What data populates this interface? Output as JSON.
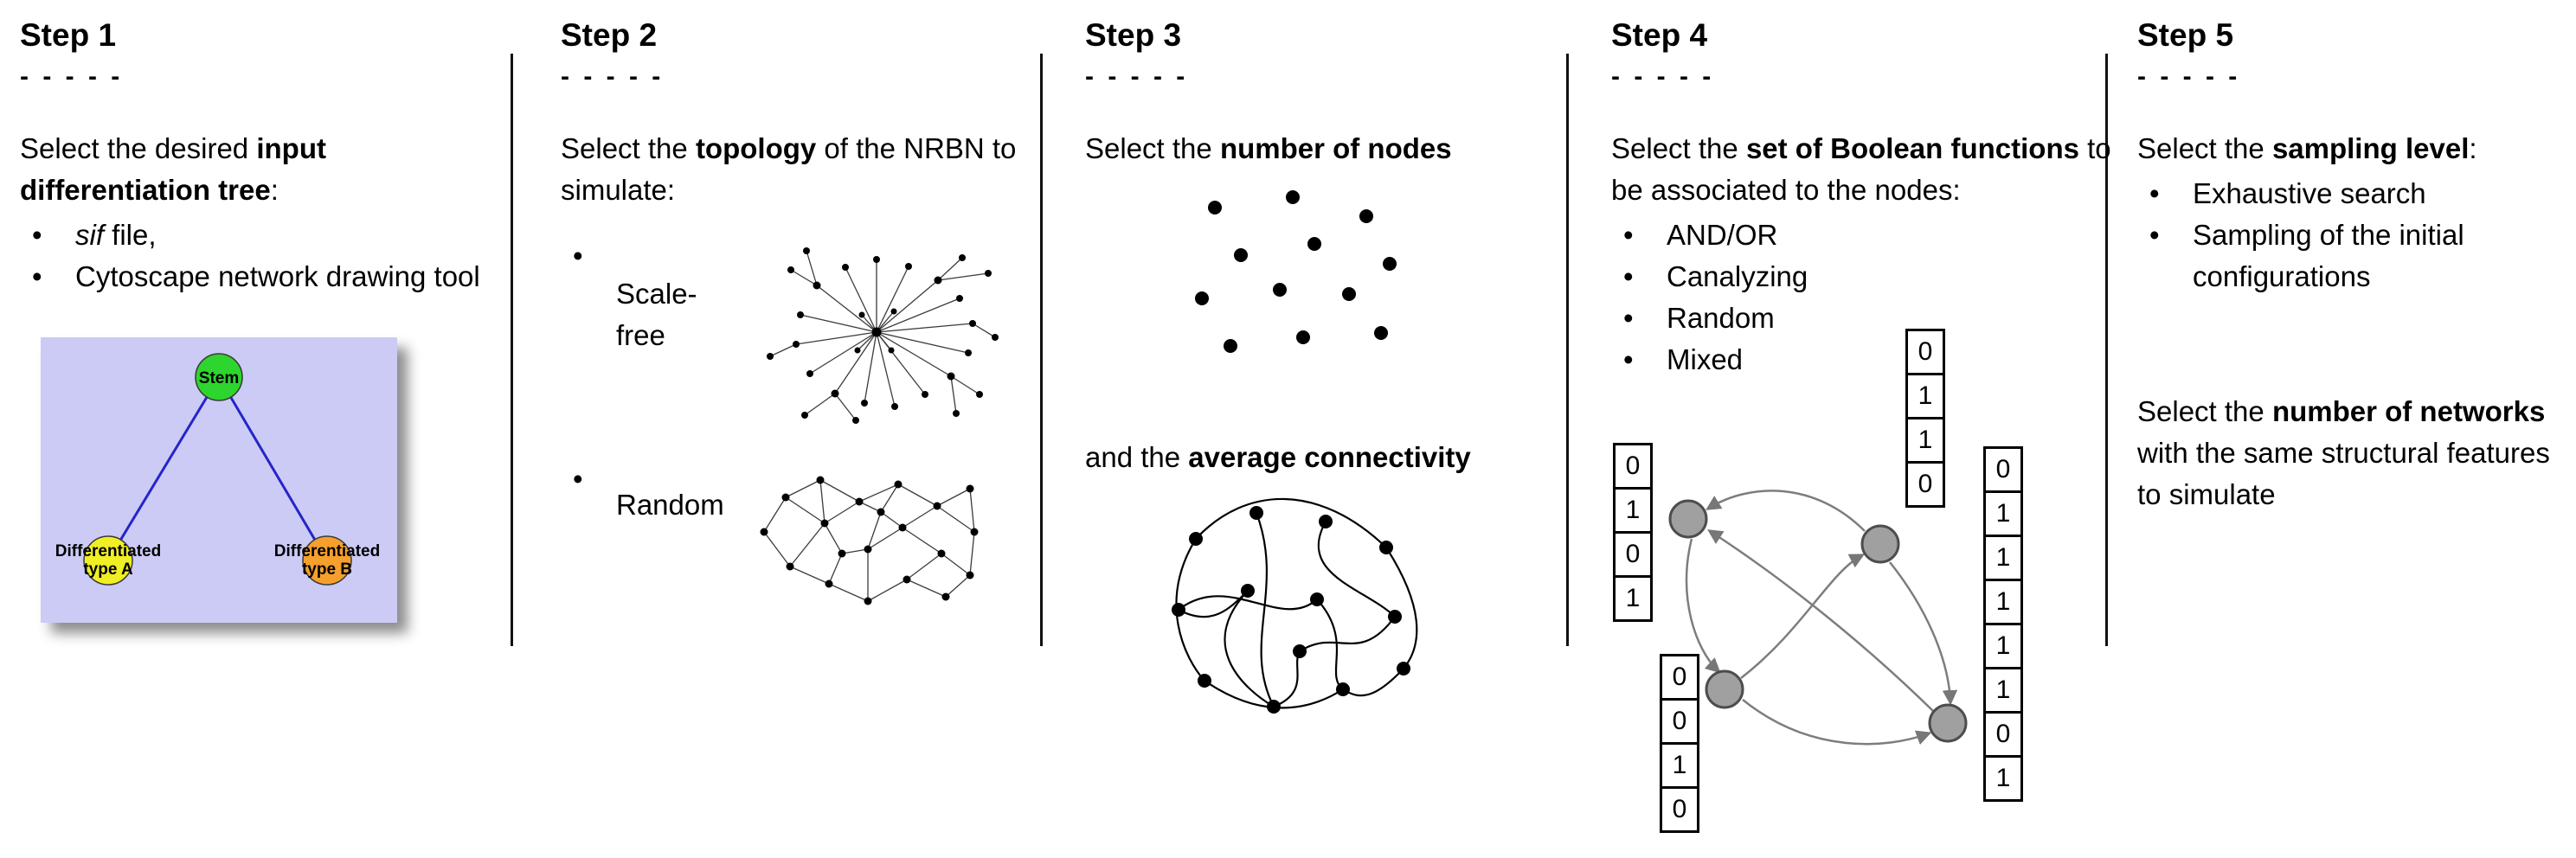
{
  "figure": {
    "steps": [
      {
        "title": "Step 1",
        "dashes": "- - - - -",
        "text": {
          "pre": "Select the desired ",
          "bold": "input differentiation tree",
          "post": ":"
        },
        "bullets": [
          {
            "italic": "sif",
            "rest": " file,"
          },
          {
            "text": "Cytoscape network drawing tool"
          }
        ],
        "tree": {
          "root_label": "Stem",
          "left_label_line1": "Differentiated",
          "left_label_line2": "type A",
          "right_label_line1": "Differentiated",
          "right_label_line2": "type B",
          "colors": {
            "background": "#cbcbf6",
            "root": "#2ed52e",
            "left": "#f0ee25",
            "right": "#f5a02d",
            "edge": "#2525c8"
          }
        }
      },
      {
        "title": "Step 2",
        "dashes": "- - - - -",
        "text": {
          "pre": "Select the ",
          "bold": "topology",
          "post": " of the NRBN to simulate:"
        },
        "bullets": [
          {
            "text": "Scale-free"
          },
          {
            "text": "Random"
          }
        ]
      },
      {
        "title": "Step 3",
        "dashes": "- - - - -",
        "text": {
          "pre": "Select the ",
          "bold": "number of nodes",
          "post": ""
        },
        "text2": {
          "pre": "and the ",
          "bold": "average connectivity",
          "post": ""
        }
      },
      {
        "title": "Step 4",
        "dashes": "- - - - -",
        "text": {
          "pre": "Select the ",
          "bold": "set of Boolean functions",
          "post": " to be associated to the nodes:"
        },
        "bullets": [
          {
            "text": "AND/OR"
          },
          {
            "text": "Canalyzing"
          },
          {
            "text": "Random"
          },
          {
            "text": "Mixed"
          }
        ],
        "tables": {
          "top": [
            "0",
            "1",
            "1",
            "0"
          ],
          "left": [
            "0",
            "1",
            "0",
            "1"
          ],
          "right": [
            "0",
            "1",
            "1",
            "1",
            "1",
            "1",
            "0",
            "1"
          ],
          "bottom": [
            "0",
            "0",
            "1",
            "0"
          ]
        }
      },
      {
        "title": "Step 5",
        "dashes": "- - - - -",
        "text": {
          "pre": "Select the ",
          "bold": "sampling level",
          "post": ":"
        },
        "bullets": [
          {
            "text": "Exhaustive search"
          },
          {
            "text": "Sampling of the initial configurations"
          }
        ],
        "text2": {
          "pre": "Select the ",
          "bold": "number of networks",
          "post": " with the same structural features to simulate"
        }
      }
    ]
  }
}
